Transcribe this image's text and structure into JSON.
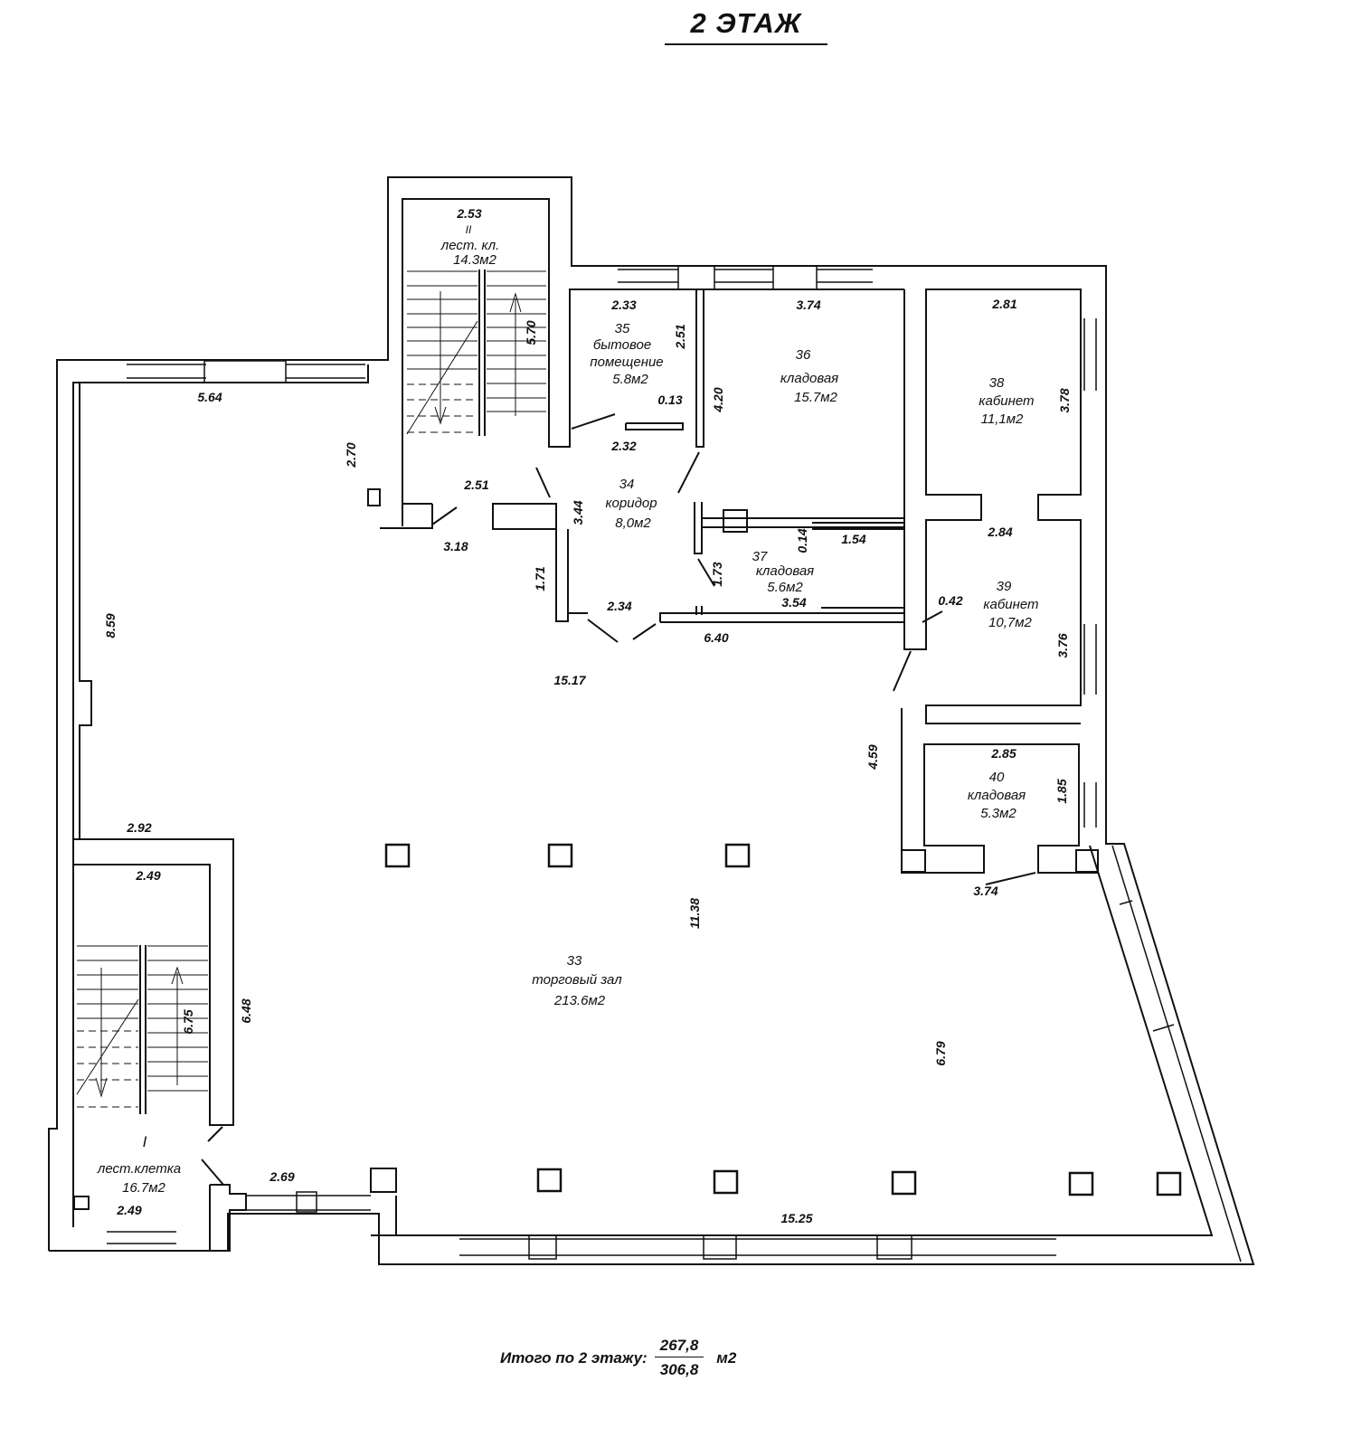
{
  "title": "2 ЭТАЖ",
  "rooms": {
    "stair2": {
      "roman": "II",
      "name": "лест. кл.",
      "area": "14.3м2"
    },
    "r35": {
      "num": "35",
      "name1": "бытовое",
      "name2": "помещение",
      "area": "5.8м2"
    },
    "r36": {
      "num": "36",
      "name": "кладовая",
      "area": "15.7м2"
    },
    "r38": {
      "num": "38",
      "name": "кабинет",
      "area": "11,1м2"
    },
    "r34": {
      "num": "34",
      "name": "коридор",
      "area": "8,0м2"
    },
    "r37": {
      "num": "37",
      "name": "кладовая",
      "area": "5.6м2"
    },
    "r39": {
      "num": "39",
      "name": "кабинет",
      "area": "10,7м2"
    },
    "r40": {
      "num": "40",
      "name": "кладовая",
      "area": "5.3м2"
    },
    "r33": {
      "num": "33",
      "name": "торговый зал",
      "area": "213.6м2"
    },
    "stair1": {
      "roman": "I",
      "name": "лест.клетка",
      "area": "16.7м2"
    }
  },
  "dims": {
    "d253": "2.53",
    "d570": "5.70",
    "d233": "2.33",
    "d251a": "2.51",
    "d374a": "3.74",
    "d281": "2.81",
    "d378": "3.78",
    "d564": "5.64",
    "d013": "0.13",
    "d420": "4.20",
    "d270": "2.70",
    "d232": "2.32",
    "d251b": "2.51",
    "d344": "3.44",
    "d284": "2.84",
    "d014": "0.14",
    "d154": "1.54",
    "d318": "3.18",
    "d171": "1.71",
    "d173": "1.73",
    "d354": "3.54",
    "d042": "0.42",
    "d234": "2.34",
    "d640": "6.40",
    "d376": "3.76",
    "d859": "8.59",
    "d1517": "15.17",
    "d459": "4.59",
    "d285": "2.85",
    "d185": "1.85",
    "d292": "2.92",
    "d249a": "2.49",
    "d374b": "3.74",
    "d1138": "11.38",
    "d648": "6.48",
    "d675": "6.75",
    "d679": "6.79",
    "d269": "2.69",
    "d249b": "2.49",
    "d1525": "15.25"
  },
  "total": {
    "label": "Итого по 2 этажу:",
    "numerator": "267,8",
    "denominator": "306,8",
    "unit": "м2"
  }
}
